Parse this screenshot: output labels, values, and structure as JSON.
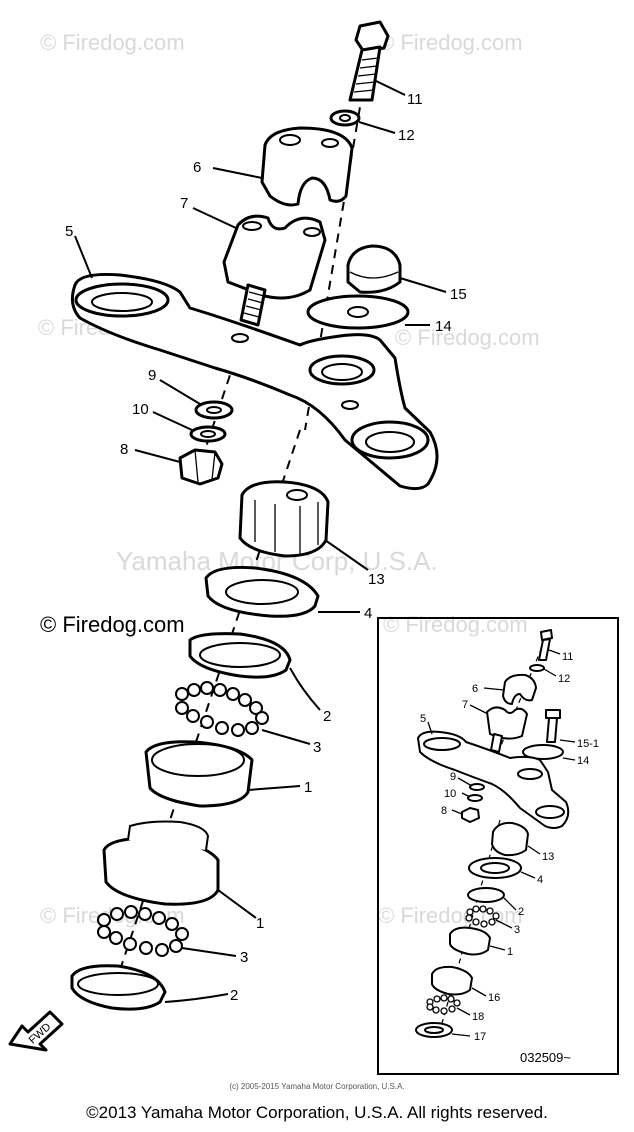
{
  "watermarks": {
    "tl": "© Firedog.com",
    "tr": "© Firedog.com",
    "ml": "© Firedog.com",
    "mr": "© Firedog.com",
    "main": "© Firedog.com",
    "inset": "© Firedog.com",
    "bl": "© Firedog.com",
    "br": "© Firedog.com",
    "yamaha": "Yamaha Motor Corp, U.S.A."
  },
  "main_labels": {
    "p11": "11",
    "p12": "12",
    "p6": "6",
    "p7": "7",
    "p5": "5",
    "p15": "15",
    "p14": "14",
    "p9": "9",
    "p10": "10",
    "p8": "8",
    "p13": "13",
    "p4": "4",
    "p2a": "2",
    "p3a": "3",
    "p1a": "1",
    "p1b": "1",
    "p3b": "3",
    "p2b": "2"
  },
  "inset_labels": {
    "p11": "11",
    "p12": "12",
    "p6": "6",
    "p7": "7",
    "p151": "15-1",
    "p5": "5",
    "p14": "14",
    "p9": "9",
    "p10": "10",
    "p8": "8",
    "p13": "13",
    "p4": "4",
    "p2": "2",
    "p3": "3",
    "p1": "1",
    "p16": "16",
    "p18": "18",
    "p17": "17"
  },
  "inset_code": "032509~",
  "fwd_label": "FWD",
  "small_copyright": "(c) 2005-2015 Yamaha Motor Corporation, U.S.A.",
  "copyright": "©2013 Yamaha Motor Corporation, U.S.A. All rights reserved."
}
